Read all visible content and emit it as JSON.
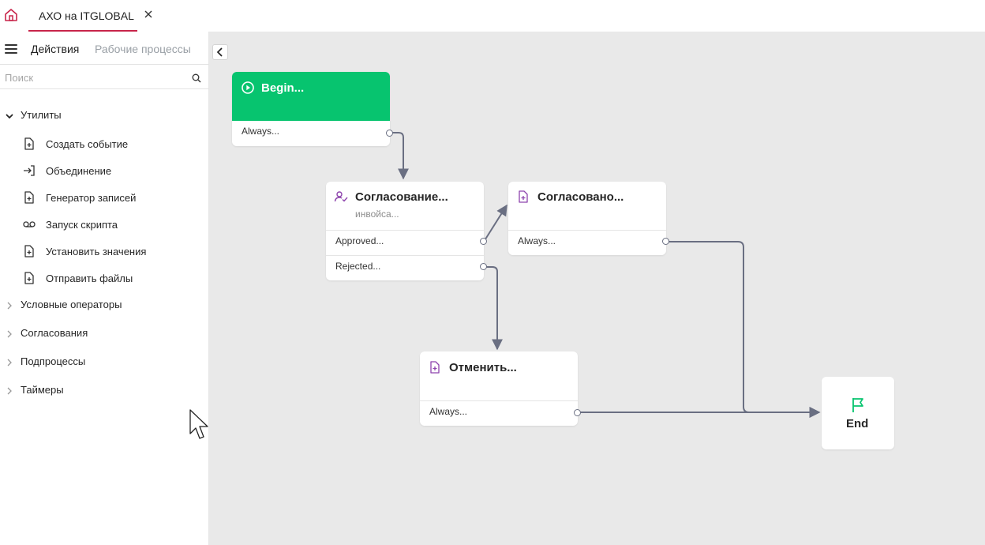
{
  "app": {
    "tab_title": "АХО на ITGLOBAL",
    "accent_color": "#c8254a",
    "icons": {
      "home": "home-icon",
      "close": "close-icon"
    }
  },
  "sidebar": {
    "tabs": [
      {
        "label": "Действия",
        "active": true
      },
      {
        "label": "Рабочие процессы",
        "active": false
      }
    ],
    "search": {
      "placeholder": "Поиск",
      "value": ""
    },
    "groups": [
      {
        "label": "Утилиты",
        "expanded": true,
        "items": [
          {
            "label": "Создать событие",
            "icon": "file-plus-icon"
          },
          {
            "label": "Объединение",
            "icon": "join-arrow-icon"
          },
          {
            "label": "Генератор записей",
            "icon": "file-plus-icon"
          },
          {
            "label": "Запуск скрипта",
            "icon": "voicemail-icon"
          },
          {
            "label": "Установить значения",
            "icon": "file-plus-icon"
          },
          {
            "label": "Отправить файлы",
            "icon": "file-plus-icon"
          }
        ]
      },
      {
        "label": "Условные операторы",
        "expanded": false
      },
      {
        "label": "Согласования",
        "expanded": false
      },
      {
        "label": "Подпроцессы",
        "expanded": false
      },
      {
        "label": "Таймеры",
        "expanded": false
      }
    ]
  },
  "canvas": {
    "background": "#e9e9e9",
    "link_color": "#6a6f82",
    "nodes": {
      "begin": {
        "title": "Begin...",
        "color": "#07c46f",
        "icon": "play-circle-icon",
        "outputs": [
          "Always..."
        ]
      },
      "approval": {
        "title": "Согласование...",
        "subtitle": "инвойса...",
        "icon": "user-check-icon",
        "icon_color": "#8e44ad",
        "outputs": [
          "Approved...",
          "Rejected..."
        ]
      },
      "approved": {
        "title": "Согласовано...",
        "icon": "file-plus-icon",
        "icon_color": "#8e44ad",
        "outputs": [
          "Always..."
        ]
      },
      "cancel": {
        "title": "Отменить...",
        "icon": "file-plus-icon",
        "icon_color": "#8e44ad",
        "outputs": [
          "Always..."
        ]
      },
      "end": {
        "title": "End",
        "icon": "flag-icon",
        "icon_color": "#07c46f"
      }
    }
  }
}
